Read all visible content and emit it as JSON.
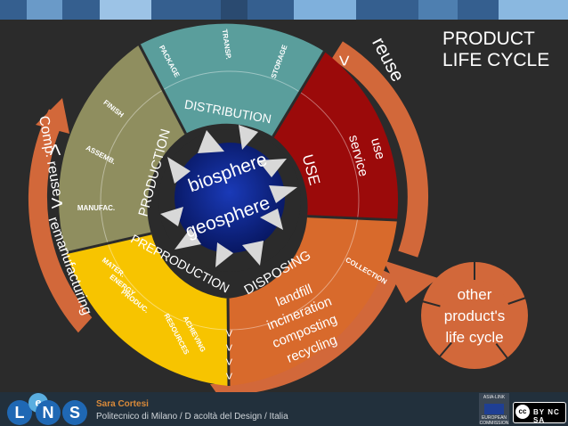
{
  "title": [
    "PRODUCT",
    "LIFE CYCLE"
  ],
  "core": {
    "top": "biosphere",
    "bottom": "geosphere"
  },
  "phases": {
    "distribution": {
      "label": "DISTRIBUTION",
      "steps": [
        "PACKAGE",
        "TRANSP.",
        "STORAGE"
      ],
      "color": "#5a9e9c"
    },
    "use": {
      "label": "USE",
      "steps": [
        "use",
        "service"
      ],
      "color": "#9b0a0a"
    },
    "disposing": {
      "label": "DISPOSING",
      "steps": [
        "landfill",
        "incineration",
        "composting",
        "recycling"
      ],
      "collection": "COLLECTION",
      "color": "#d86a2c"
    },
    "preproduction": {
      "label": "PREPRODUCTION",
      "steps": [
        "MATER.",
        "ENERGY",
        "PRODUC.",
        "RESOURCES",
        "ACHIEVING"
      ],
      "color": "#f7c400"
    },
    "production": {
      "label": "PRODUCTION",
      "steps": [
        "FINISH",
        "ASSEMB.",
        "MANUFAC."
      ],
      "color": "#8f8e5f"
    }
  },
  "loops": {
    "reuse": "reuse",
    "left_arc": [
      "Comp. reuse",
      "remanufacturing"
    ],
    "marks_right": [
      "<"
    ],
    "marks_left": [
      ">",
      ">"
    ],
    "marks_bottom": [
      "<",
      "<",
      "<",
      "<"
    ],
    "color": "#d2683a"
  },
  "other_cycle": [
    "other",
    "product's",
    "life cycle"
  ],
  "footer": {
    "author": "Sara Cortesi",
    "affiliation": "Politecnico di Milano / D             acoltà del Design / Italia",
    "logo_letters": [
      "L",
      "N",
      "S"
    ],
    "logo_e": "e",
    "asia_link": {
      "top": "ASIA-LINK",
      "bottom": "EUROPEAN COMMISSION"
    },
    "cc": {
      "symbol": "cc",
      "terms": "BY NC SA"
    }
  },
  "colors": {
    "background": "#2b2b2b",
    "footer": "#22303c",
    "core": "#0a1e78",
    "arrows": "#d8d8d8",
    "text": "#ffffff"
  }
}
